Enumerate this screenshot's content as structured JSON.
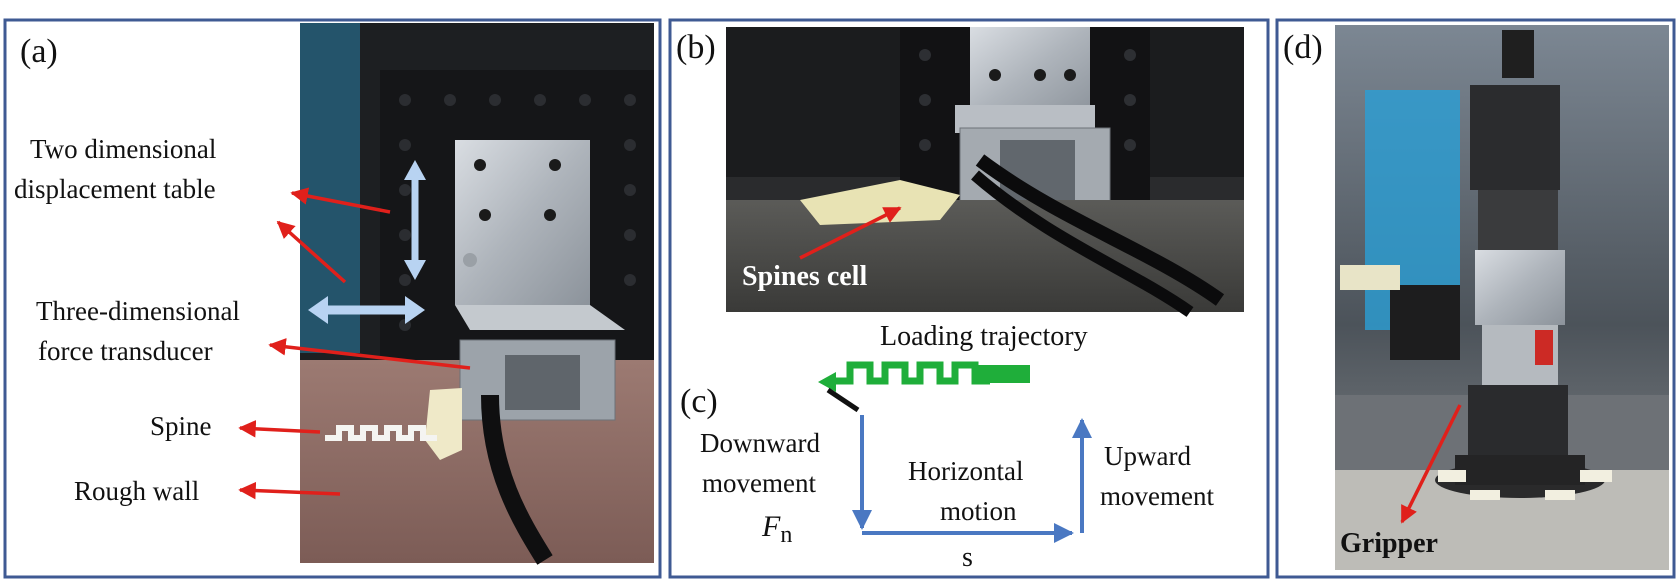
{
  "panels": {
    "a": {
      "tag": "(a)",
      "labels": {
        "displacement_line1": "Two dimensional",
        "displacement_line2": "displacement table",
        "force_line1": "Three-dimensional",
        "force_line2": "force transducer",
        "spine": "Spine",
        "rough_wall": "Rough wall"
      }
    },
    "b": {
      "tag": "(b)",
      "labels": {
        "spines_cell": "Spines cell"
      }
    },
    "c": {
      "tag": "(c)",
      "labels": {
        "loading_trajectory": "Loading trajectory",
        "downward_line1": "Downward",
        "downward_line2": "movement",
        "force_symbol": "F",
        "force_subscript": "n",
        "horizontal_line1": "Horizontal",
        "horizontal_line2": "motion",
        "upward_line1": "Upward",
        "upward_line2": "movement",
        "displacement_symbol": "s"
      }
    },
    "d": {
      "tag": "(d)",
      "labels": {
        "gripper": "Gripper"
      }
    }
  },
  "colors": {
    "frame": "#3f5a93",
    "pointer_arrow": "#e0201b",
    "motion_arrow": "#b8d3f2",
    "trajectory": "#1fae3a",
    "path_arrow": "#4a78c2"
  }
}
